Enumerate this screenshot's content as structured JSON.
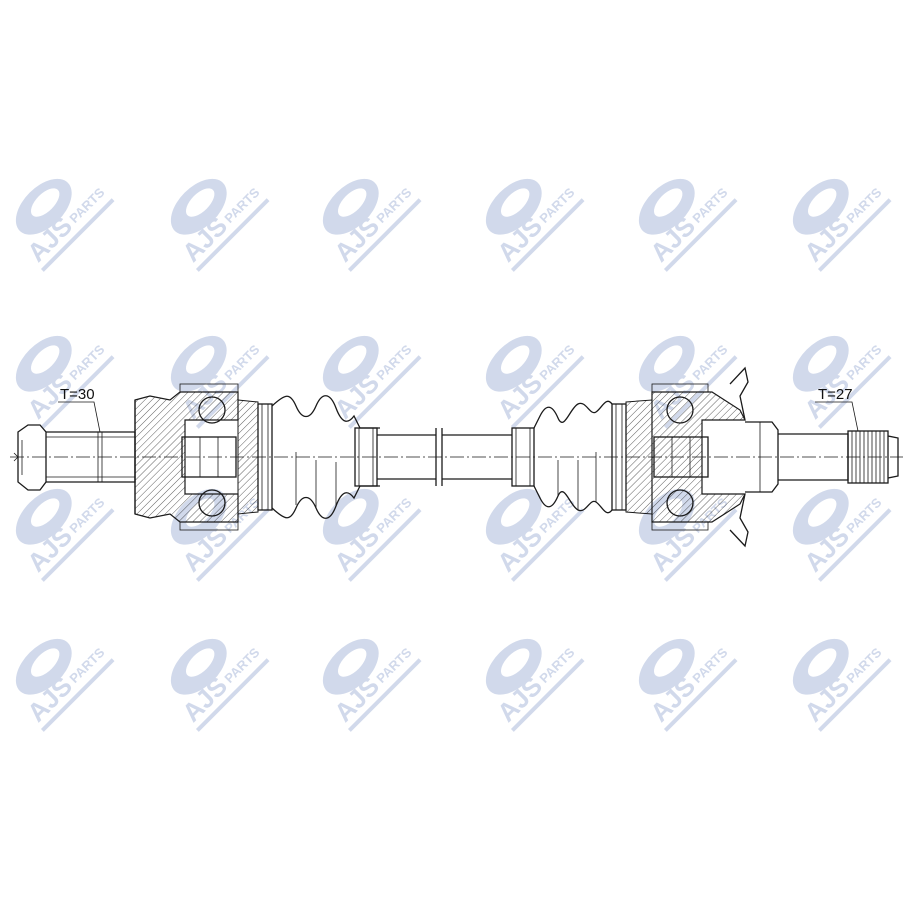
{
  "watermark": {
    "text_main": "AJS",
    "text_sub": "PARTS",
    "color": "#c9d3e8"
  },
  "diagram": {
    "left_label": "T=30",
    "right_label": "T=27",
    "line_color": "#1a1a1a"
  }
}
